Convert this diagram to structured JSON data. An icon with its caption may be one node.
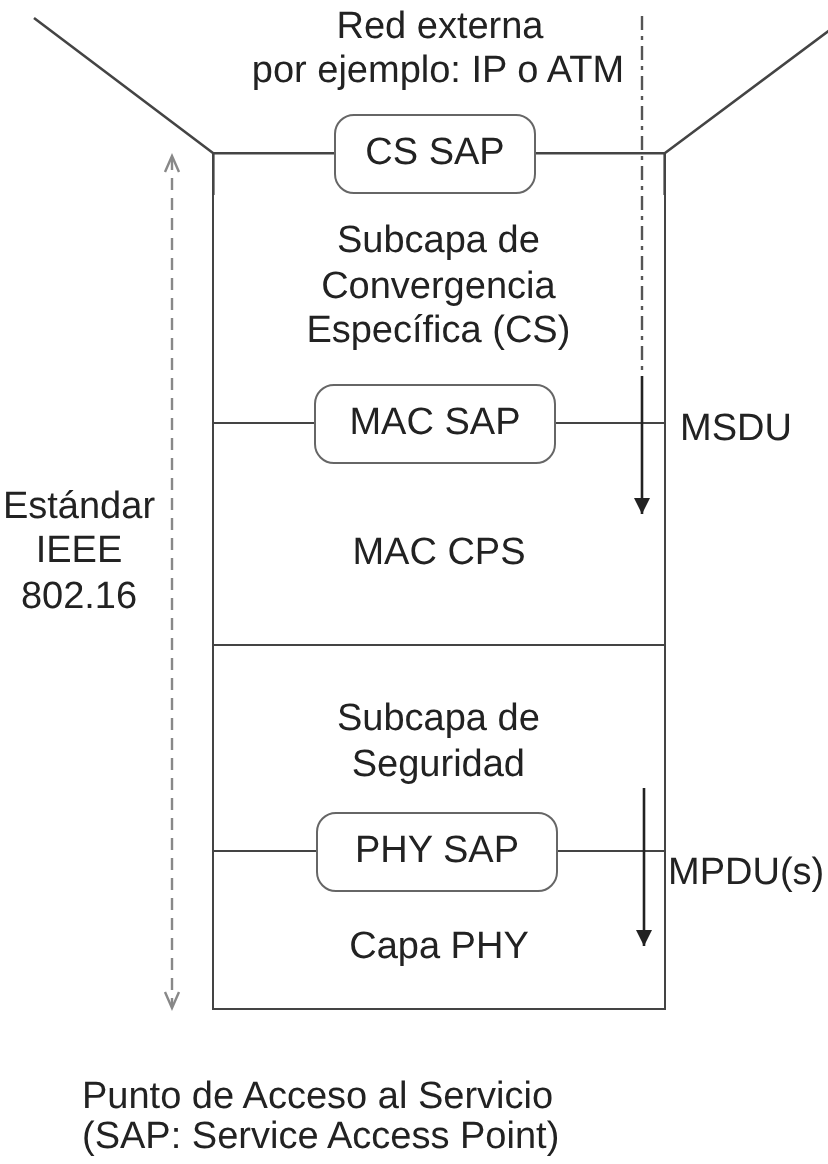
{
  "diagram": {
    "nodes": [
      {
        "text": [
          "CS SAP"
        ]
      },
      {
        "text": [
          "Subcapa de Convergencia Específica (CS)"
        ]
      },
      {
        "text": [
          "MAC SAP"
        ]
      },
      {
        "text": [
          "MAC CPS"
        ]
      },
      {
        "text": [
          "Subcapa de Seguridad"
        ]
      },
      {
        "text": [
          "PHY SAP"
        ]
      },
      {
        "text": [
          "Capa PHY"
        ]
      }
    ],
    "edges": [
      {
        "from": 1,
        "to": 3,
        "arrow": "to",
        "label": "MSDU"
      },
      {
        "from": 4,
        "to": 6,
        "arrow": "to",
        "label": "MPDU(s)"
      }
    ],
    "labels": [
      "Red externa",
      "por ejemplo: IP o ATM",
      "Estándar IEEE 802.16",
      "Punto de Acceso al Servicio",
      "(SAP: Service Access Point)"
    ]
  }
}
